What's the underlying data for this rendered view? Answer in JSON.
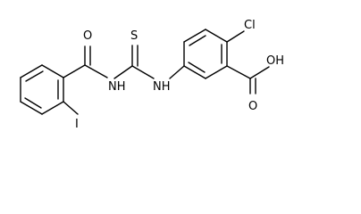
{
  "structure": {
    "atoms": {
      "oxygen_carbonyl": "O",
      "sulfur": "S",
      "chlorine": "Cl",
      "amide_nh": "NH",
      "amine_nh": "NH",
      "iodine": "I",
      "carboxyl_oxygen": "O",
      "carboxyl_hydroxyl": "OH"
    },
    "colors": {
      "bond": "#000000",
      "label": "#000000",
      "background": "#ffffff"
    }
  }
}
